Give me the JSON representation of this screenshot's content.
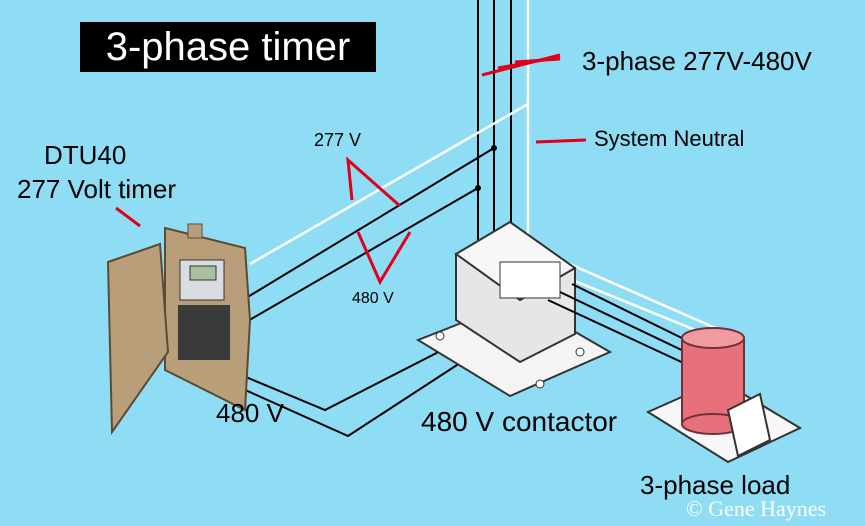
{
  "title": "3-phase timer",
  "labels": {
    "supply": "3-phase 277V-480V",
    "neutral": "System Neutral",
    "timer_model": "DTU40",
    "timer_desc": "277 Volt timer",
    "v277": "277 V",
    "v480_small": "480 V",
    "v480_large": "480 V",
    "contactor": "480 V contactor",
    "load": "3-phase load"
  },
  "credit": "© Gene Haynes",
  "colors": {
    "background": "#8fdcf5",
    "wire": "#000000",
    "neutral_wire": "#ffffff",
    "annotation": "#e0001b",
    "load": "#e8707a"
  }
}
